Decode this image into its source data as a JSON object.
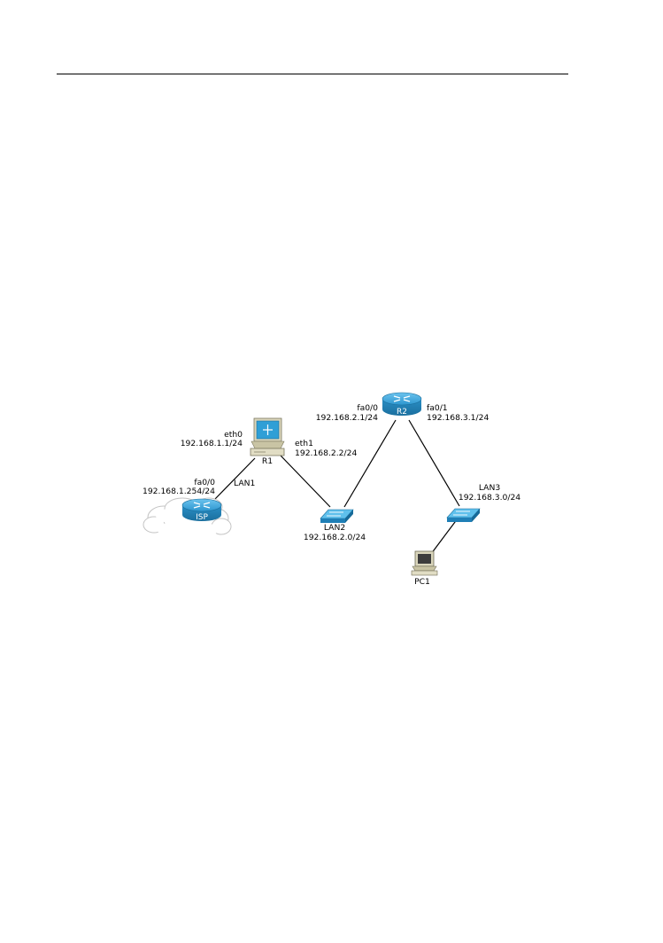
{
  "diagram": {
    "isp": {
      "name": "ISP",
      "iface": "fa0/0",
      "ip": "192.168.1.254/24"
    },
    "r1": {
      "name": "R1",
      "eth0": {
        "iface": "eth0",
        "ip": "192.168.1.1/24"
      },
      "eth1": {
        "iface": "eth1",
        "ip": "192.168.2.2/24"
      }
    },
    "r2": {
      "name": "R2",
      "fa00": {
        "iface": "fa0/0",
        "ip": "192.168.2.1/24"
      },
      "fa01": {
        "iface": "fa0/1",
        "ip": "192.168.3.1/24"
      }
    },
    "lan1": {
      "name": "LAN1"
    },
    "lan2": {
      "name": "LAN2",
      "net": "192.168.2.0/24"
    },
    "lan3": {
      "name": "LAN3",
      "net": "192.168.3.0/24"
    },
    "pc1": {
      "name": "PC1"
    },
    "icons": [
      "cloud-icon",
      "router-icon",
      "server-icon",
      "switch-icon",
      "workstation-icon"
    ],
    "colors": {
      "device_blue": "#2f9fd6",
      "device_dark": "#1a6e9c",
      "beige": "#d8d3b4",
      "line": "#000000"
    }
  }
}
